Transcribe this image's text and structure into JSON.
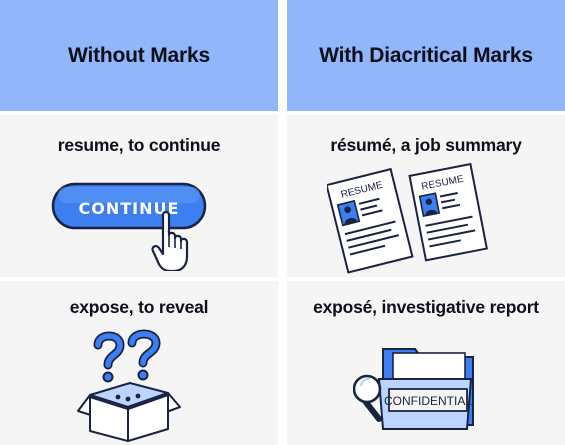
{
  "headers": {
    "left": "Without Marks",
    "right": "With Diacritical Marks"
  },
  "rows": [
    {
      "left_caption": "resume, to continue",
      "right_caption": "résumé, a job summary",
      "left_icon": "continue-button-icon",
      "right_icon": "resume-documents-icon",
      "button_label": "CONTINUE",
      "resume_label": "RESUME"
    },
    {
      "left_caption": "expose, to reveal",
      "right_caption": "exposé, investigative report",
      "left_icon": "open-box-question-marks-icon",
      "right_icon": "confidential-folder-magnifier-icon",
      "folder_label": "CONFIDENTIAL"
    }
  ],
  "colors": {
    "header_bg": "#91b6f9",
    "cell_bg": "#f5f5f5",
    "accent_blue": "#3d7ff0",
    "light_blue": "#bcd4ff",
    "outline": "#1b2342"
  }
}
